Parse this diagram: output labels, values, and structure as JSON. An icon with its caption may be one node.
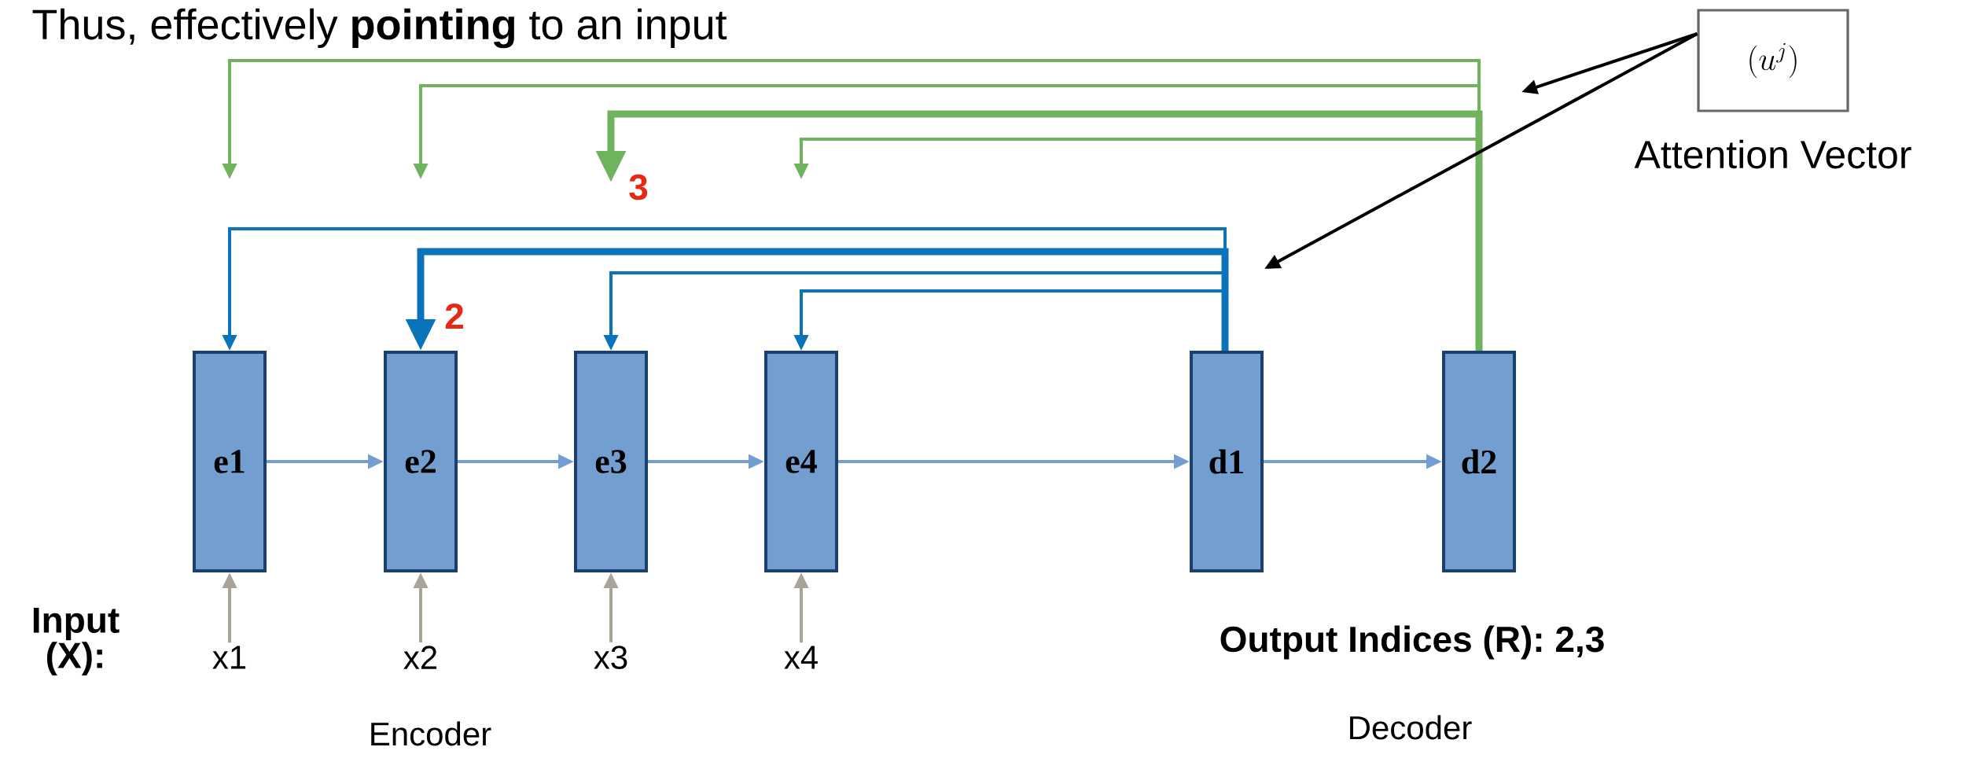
{
  "diagram": {
    "title": "Thus, effectively **pointing** to an input",
    "nodes": [
      {
        "text": [
          "e1"
        ]
      },
      {
        "text": [
          "e2"
        ]
      },
      {
        "text": [
          "e3"
        ]
      },
      {
        "text": [
          "e4"
        ]
      },
      {
        "text": [
          "d1"
        ]
      },
      {
        "text": [
          "d2"
        ]
      },
      {
        "text": [
          "x1"
        ]
      },
      {
        "text": [
          "x2"
        ]
      },
      {
        "text": [
          "x3"
        ]
      },
      {
        "text": [
          "x4"
        ]
      },
      {
        "text": [
          "(u^j)",
          "Attention Vector"
        ]
      }
    ],
    "edges": [
      {
        "from": 0,
        "to": 1,
        "arrow": "to",
        "color": "#729fcf"
      },
      {
        "from": 1,
        "to": 2,
        "arrow": "to",
        "color": "#729fcf"
      },
      {
        "from": 2,
        "to": 3,
        "arrow": "to",
        "color": "#729fcf"
      },
      {
        "from": 3,
        "to": 4,
        "arrow": "to",
        "color": "#729fcf"
      },
      {
        "from": 4,
        "to": 5,
        "arrow": "to",
        "color": "#729fcf"
      },
      {
        "from": 6,
        "to": 0,
        "arrow": "to",
        "color": "#aaa39a"
      },
      {
        "from": 7,
        "to": 1,
        "arrow": "to",
        "color": "#aaa39a"
      },
      {
        "from": 8,
        "to": 2,
        "arrow": "to",
        "color": "#aaa39a"
      },
      {
        "from": 9,
        "to": 3,
        "arrow": "to",
        "color": "#aaa39a"
      },
      {
        "from": 4,
        "to": 0,
        "arrow": "to",
        "color": "#0b73b9"
      },
      {
        "from": 4,
        "to": 1,
        "arrow": "to",
        "color": "#0b73b9",
        "style": "thick",
        "label": "2"
      },
      {
        "from": 4,
        "to": 2,
        "arrow": "to",
        "color": "#0b73b9"
      },
      {
        "from": 4,
        "to": 3,
        "arrow": "to",
        "color": "#0b73b9"
      },
      {
        "from": 5,
        "to": null,
        "arrow": "to",
        "color": "#70b35f"
      },
      {
        "from": 5,
        "to": null,
        "arrow": "to",
        "color": "#70b35f"
      },
      {
        "from": 5,
        "to": null,
        "arrow": "to",
        "color": "#70b35f",
        "style": "thick",
        "label": "3"
      },
      {
        "from": 5,
        "to": null,
        "arrow": "to",
        "color": "#70b35f"
      },
      {
        "from": 10,
        "to": null,
        "arrow": "to",
        "color": "#000000"
      },
      {
        "from": 10,
        "to": null,
        "arrow": "to",
        "color": "#000000"
      }
    ],
    "labels": [
      "Input (X):",
      "Output Indices (R): 2,3",
      "Encoder",
      "Decoder"
    ]
  }
}
